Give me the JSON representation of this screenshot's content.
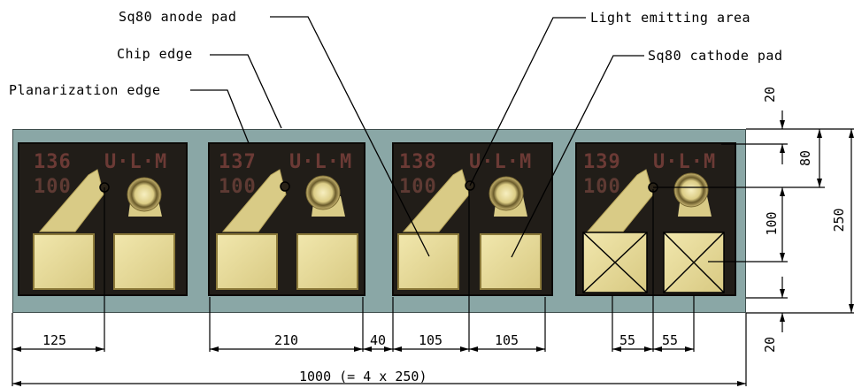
{
  "annotations": {
    "anode_pad": "Sq80 anode pad",
    "light_area": "Light emitting area",
    "chip_edge": "Chip edge",
    "cathode_pad": "Sq80 cathode pad",
    "planarization_edge": "Planarization edge"
  },
  "dimensions": {
    "d125": "125",
    "d210": "210",
    "d40": "40",
    "d105a": "105",
    "d105b": "105",
    "d55a": "55",
    "d55b": "55",
    "total": "1000 (= 4 x 250)",
    "v20_top": "20",
    "v80": "80",
    "v100": "100",
    "v250": "250",
    "v20_bottom": "20"
  },
  "chips": [
    {
      "id": "136",
      "logo": "U·L·M",
      "row2": "100"
    },
    {
      "id": "137",
      "logo": "U·L·M",
      "row2": "100"
    },
    {
      "id": "138",
      "logo": "U·L·M",
      "row2": "100"
    },
    {
      "id": "139",
      "logo": "U·L·M",
      "row2": "100"
    }
  ],
  "colors": {
    "substrate": "#8aa7a6",
    "chip": "#211d18",
    "pad": "#e8dc98",
    "pad_edge": "#b9a65c"
  }
}
